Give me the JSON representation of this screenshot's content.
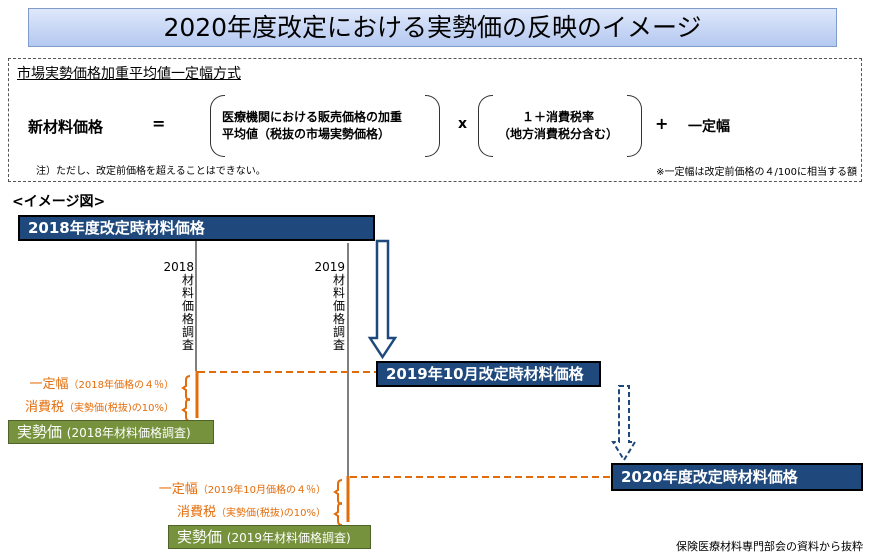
{
  "title": "2020年度改定における実勢価の反映のイメージ",
  "formula": {
    "heading": "市場実勢価格加重平均値一定幅方式",
    "lhs": "新材料価格",
    "eq": "=",
    "term1_line1": "医療機関における販売価格の加重",
    "term1_line2": "平均値（税抜の市場実勢価格）",
    "times": "x",
    "term2_line1": "１＋消費税率",
    "term2_line2": "（地方消費税分含む）",
    "plus": "+",
    "term3": "一定幅",
    "note": "注）ただし、改定前価格を超えることはできない。",
    "footnote": "※一定幅は改定前価格の４/100に相当する額"
  },
  "diagram": {
    "heading": "<イメージ図>",
    "bar2018": "2018年度改定時材料価格",
    "bar2019": "2019年10月改定時材料価格",
    "bar2020": "2020年度改定時材料価格",
    "survey2018_year": "2018",
    "survey2019_year": "2019",
    "survey_label": [
      "材",
      "料",
      "価",
      "格",
      "調",
      "査"
    ],
    "a_margin": "一定幅",
    "a_margin_note": "（2018年価格の４％）",
    "a_tax": "消費税",
    "a_tax_note": "（実勢価(税抜)の10%）",
    "a_actual": "実勢価",
    "a_actual_note": "(2018年材料価格調査)",
    "b_margin": "一定幅",
    "b_margin_note": "（2019年10月価格の４％）",
    "b_tax": "消費税",
    "b_tax_note": "（実勢価(税抜)の10%）",
    "b_actual": "実勢価",
    "b_actual_note": "(2019年材料価格調査)"
  },
  "source": "保険医療材料専門部会の資料から抜粋",
  "colors": {
    "navy": "#1f497d",
    "orange": "#e36c0a",
    "green": "#76923c"
  }
}
